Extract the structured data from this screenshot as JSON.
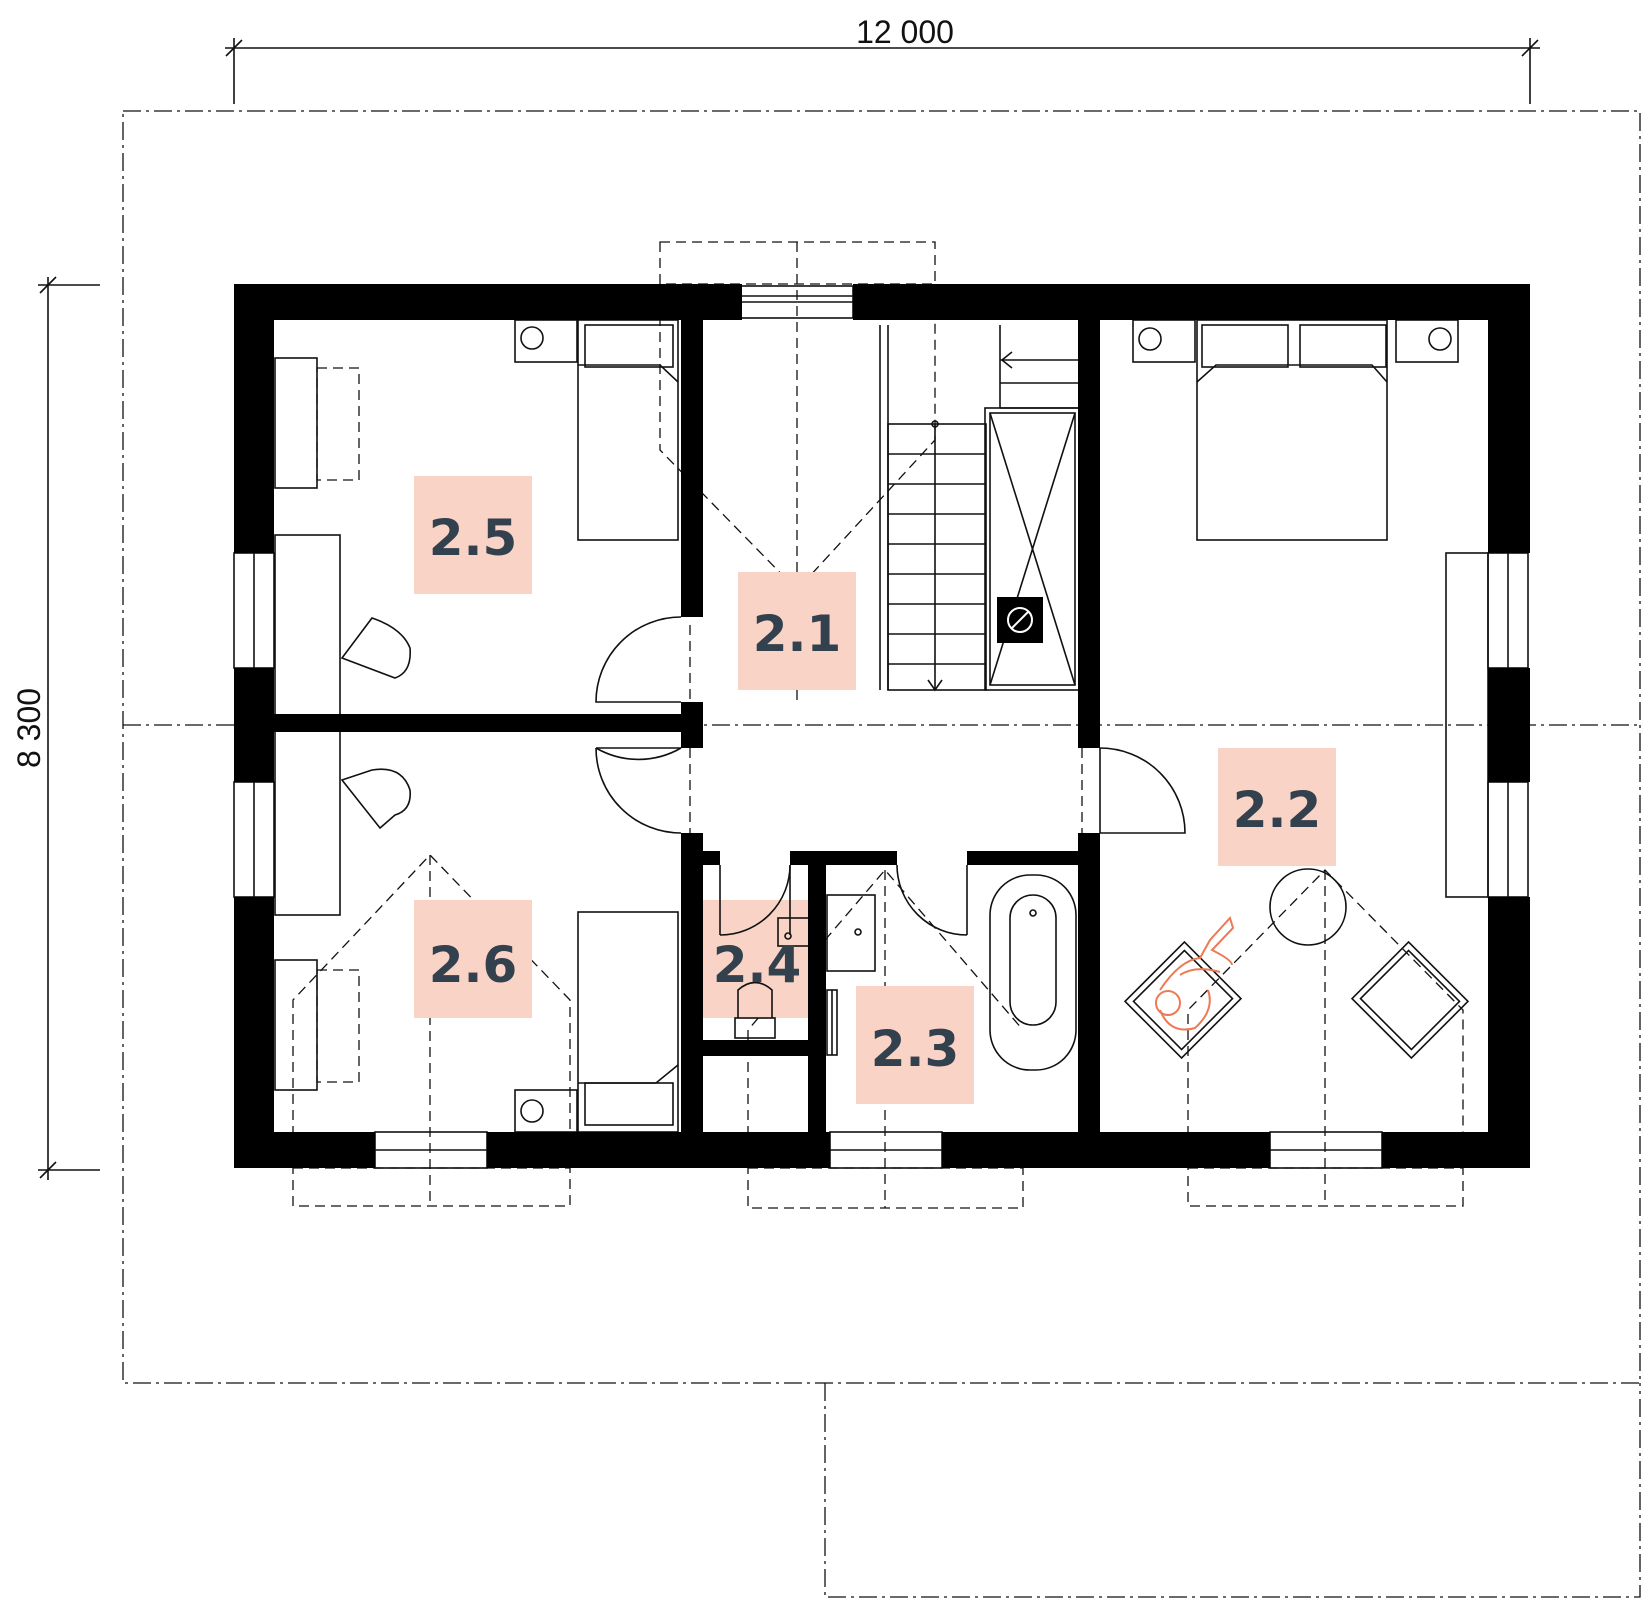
{
  "dimensions": {
    "width": "12 000",
    "height": "8 300"
  },
  "rooms": [
    {
      "id": "room-2-1",
      "label": "2.1"
    },
    {
      "id": "room-2-2",
      "label": "2.2"
    },
    {
      "id": "room-2-3",
      "label": "2.3"
    },
    {
      "id": "room-2-4",
      "label": "2.4"
    },
    {
      "id": "room-2-5",
      "label": "2.5"
    },
    {
      "id": "room-2-6",
      "label": "2.6"
    }
  ],
  "colors": {
    "wall": "#000000",
    "room_tag_fill": "#f9d3c5",
    "room_tag_text": "#33404e",
    "figure_accent": "#ee7a55"
  }
}
